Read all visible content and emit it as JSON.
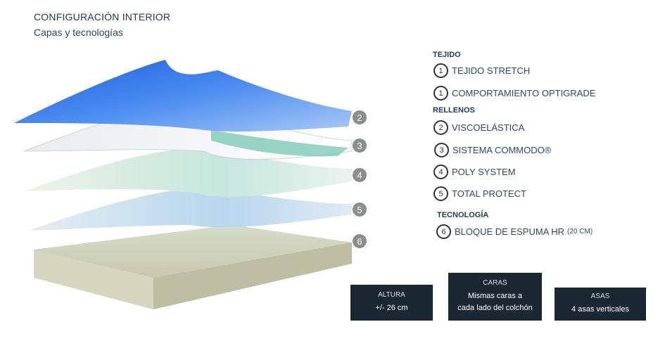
{
  "header": {
    "title": "CONFIGURACIÓN INTERIOR",
    "subtitle": "Capas y tecnologías"
  },
  "layer_markers": [
    "2",
    "3",
    "4",
    "5",
    "6"
  ],
  "legend": {
    "sections": [
      {
        "title": "TEJIDO",
        "items": [
          {
            "num": "1",
            "label": "TEJIDO STRETCH"
          },
          {
            "num": "1",
            "label": "COMPORTAMIENTO OPTIGRADE"
          }
        ]
      },
      {
        "title": "RELLENOS",
        "items": [
          {
            "num": "2",
            "label": "VISCOELÁSTICA"
          },
          {
            "num": "3",
            "label": "SISTEMA COMMODO®"
          },
          {
            "num": "4",
            "label": "POLY SYSTEM"
          },
          {
            "num": "5",
            "label": "TOTAL PROTECT"
          }
        ]
      },
      {
        "title": "TECNOLOGÍA",
        "items": [
          {
            "num": "6",
            "label": "BLOQUE DE ESPUMA HR",
            "note": "(20 CM)"
          }
        ]
      }
    ]
  },
  "specs": [
    {
      "label": "ALTURA",
      "value": "+/- 26 cm"
    },
    {
      "label": "CARAS",
      "value_line1": "Mismas caras a",
      "value_line2": "cada lado del colchón"
    },
    {
      "label": "ASAS",
      "value": "4 asas verticales"
    }
  ]
}
